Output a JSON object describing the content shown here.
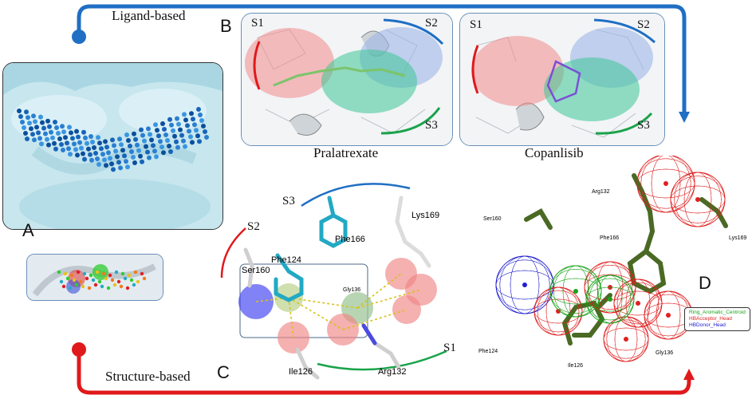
{
  "flow": {
    "ligand_label": "Ligand-based",
    "structure_label": "Structure-based",
    "ligand_color": "#1f6fc4",
    "structure_color": "#e0191b"
  },
  "panels": {
    "a": {
      "letter": "A"
    },
    "b": {
      "letter": "B",
      "left": {
        "caption": "Pralatrexate",
        "sites": [
          "S1",
          "S2",
          "S3"
        ]
      },
      "right": {
        "caption": "Copanlisib",
        "sites": [
          "S1",
          "S2",
          "S3"
        ]
      }
    },
    "c": {
      "letter": "C",
      "sites": [
        "S1",
        "S2",
        "S3"
      ],
      "residues": [
        "Phe166",
        "Lys169",
        "Phe124",
        "Ser160",
        "Gly136",
        "Ile126",
        "Arg132"
      ]
    },
    "d": {
      "letter": "D",
      "residues": [
        "Arg132",
        "Ser160",
        "Phe166",
        "Lys169",
        "Phe124",
        "Ile126",
        "Gly136"
      ],
      "legend": [
        {
          "label": "Ring_Aromatic_Centroid",
          "color": "#1aa31a"
        },
        {
          "label": "HBAcceptor_Head",
          "color": "#e02020"
        },
        {
          "label": "HBDonor_Head",
          "color": "#2020d0"
        }
      ]
    }
  },
  "site_colors": {
    "S1": "#e8686a",
    "S2": "#8aa5dd",
    "S3": "#2fbf88"
  }
}
